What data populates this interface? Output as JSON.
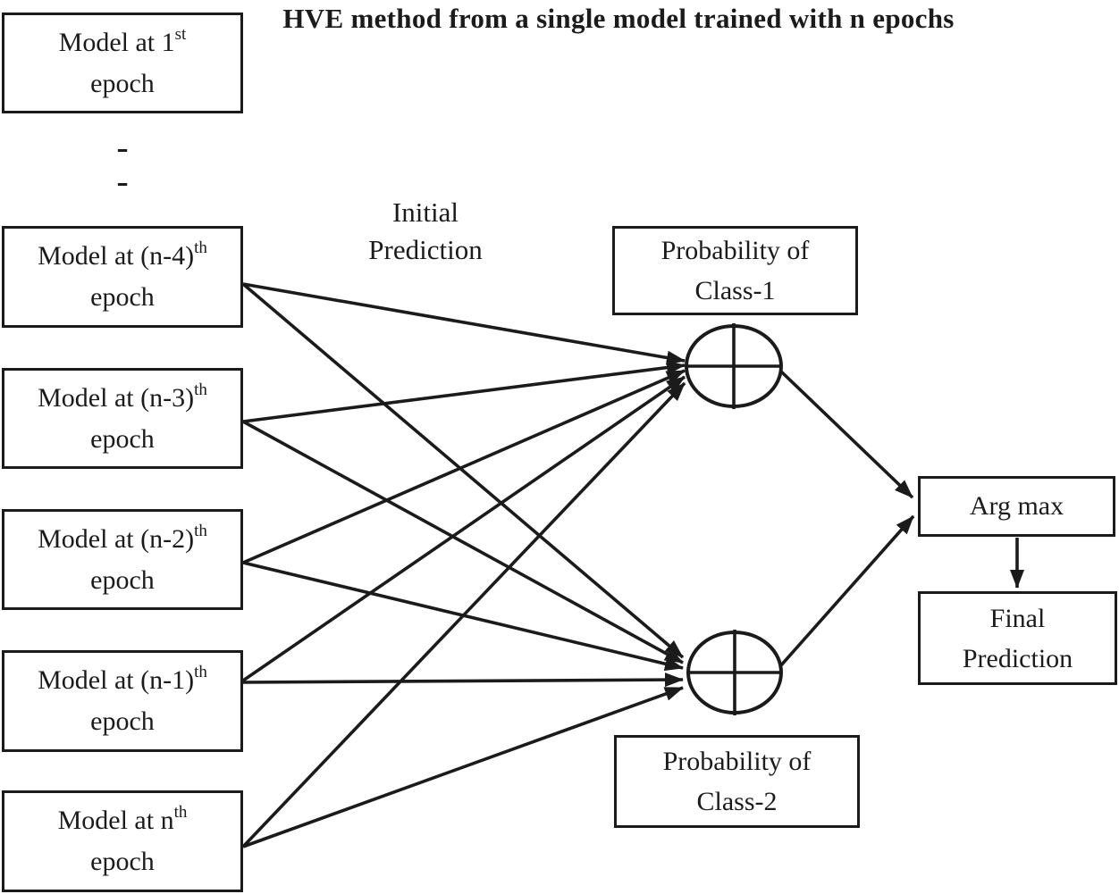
{
  "title": "HVE method from a single model trained with n epochs",
  "labels": {
    "initial_prediction_line1": "Initial",
    "initial_prediction_line2": "Prediction",
    "gap_dash1": "-",
    "gap_dash2": "-"
  },
  "model_boxes": [
    {
      "line1": "Model at 1",
      "sup": "st",
      "line2": "epoch"
    },
    {
      "line1": "Model at (n-4)",
      "sup": "th",
      "line2": "epoch"
    },
    {
      "line1": "Model at (n-3)",
      "sup": "th",
      "line2": "epoch"
    },
    {
      "line1": "Model at (n-2)",
      "sup": "th",
      "line2": "epoch"
    },
    {
      "line1": "Model at (n-1)",
      "sup": "th",
      "line2": "epoch"
    },
    {
      "line1": "Model at n",
      "sup": "th",
      "line2": "epoch"
    }
  ],
  "probability_boxes": [
    {
      "line1": "Probability of",
      "line2": "Class-1"
    },
    {
      "line1": "Probability of",
      "line2": "Class-2"
    }
  ],
  "output_boxes": {
    "argmax_label": "Arg max",
    "final_line1": "Final",
    "final_line2": "Prediction"
  },
  "icons": {
    "sum_node_1": "circle-plus-sum-icon",
    "sum_node_2": "circle-plus-sum-icon"
  },
  "colors": {
    "ink": "#1b1b1b",
    "background": "#ffffff"
  }
}
